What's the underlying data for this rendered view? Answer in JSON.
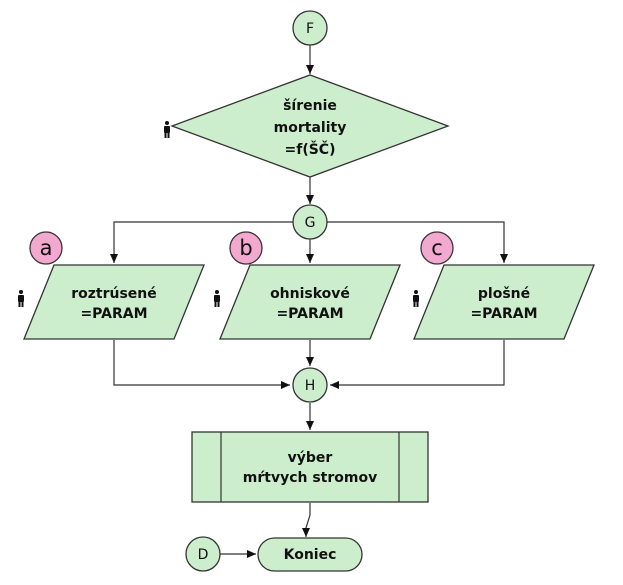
{
  "connectors": {
    "F": "F",
    "G": "G",
    "H": "H",
    "D": "D"
  },
  "decision": {
    "line1": "šírenie",
    "line2": "mortality",
    "line3": "=f(ŠČ)"
  },
  "branches": {
    "a": {
      "badge": "a",
      "line1": "roztrúsené",
      "line2": "=PARAM"
    },
    "b": {
      "badge": "b",
      "line1": "ohniskové",
      "line2": "=PARAM"
    },
    "c": {
      "badge": "c",
      "line1": "plošné",
      "line2": "=PARAM"
    }
  },
  "process": {
    "line1": "výber",
    "line2": "mŕtvych stromov"
  },
  "terminal": {
    "label": "Koniec"
  },
  "icons": {
    "actor": "person-icon"
  },
  "colors": {
    "node_fill": "#cdeecd",
    "badge_fill": "#f3a8cf",
    "stroke": "#333333"
  }
}
